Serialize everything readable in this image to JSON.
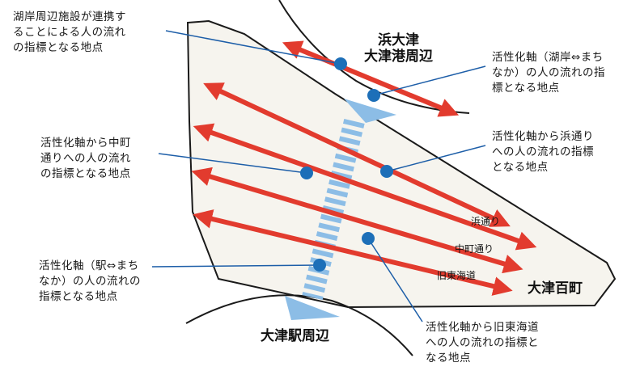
{
  "colors": {
    "region_fill": "#f6f4ee",
    "region_stroke": "#1a1a1a",
    "arrow_red": "#e23b2e",
    "axis_blue": "#8cbde6",
    "dot_blue": "#1d6fb8",
    "leader": "#1d5ea8"
  },
  "places": {
    "hamaotsu_top": "浜大津",
    "hamaotsu_bottom": "大津港周辺",
    "otsu_station": "大津駅周辺",
    "otsu_hyakucho": "大津百町"
  },
  "streets": {
    "hama_dori": "浜通り",
    "nakamachi_dori": "中町通り",
    "kyu_tokaido": "旧東海道"
  },
  "annotations": {
    "lakeside": "湖岸周辺施設が連携す\nることによる人の流れ\nの指標となる地点",
    "axis_lakeside": "活性化軸（湖岸⇔まち\nなか）の人の流れの指\n標となる地点",
    "axis_nakamachi": "活性化軸から中町\n通りへの人の流れ\nの指標となる地点",
    "axis_hamadori": "活性化軸から浜通り\nへの人の流れの指標\nとなる地点",
    "axis_station": "活性化軸（駅⇔まち\nなか）の人の流れの\n指標となる地点",
    "axis_kyutokaido": "活性化軸から旧東海道\nへの人の流れの指標と\nなる地点"
  }
}
